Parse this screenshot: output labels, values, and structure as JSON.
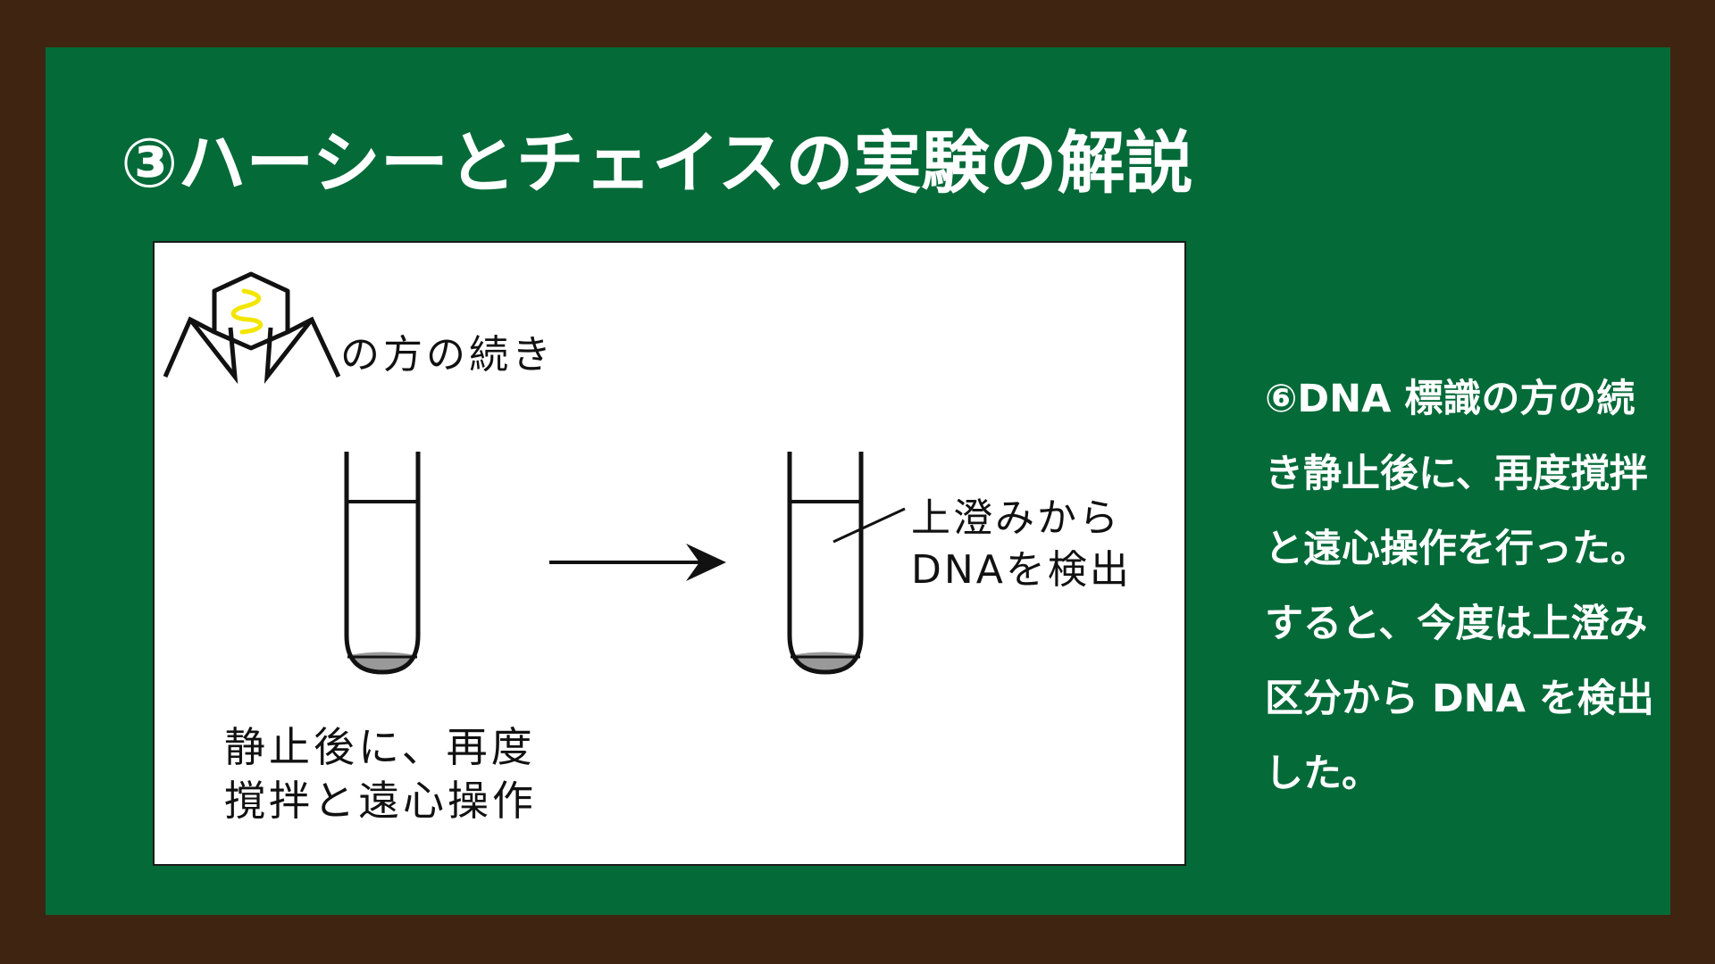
{
  "title": "③ハーシーとチェイスの実験の解説",
  "diagram": {
    "phage_label": "の方の続き",
    "result_label_lines": [
      "上澄みから",
      "DNAを検出"
    ],
    "step_label_lines": [
      "静止後に、再度",
      "撹拌と遠心操作"
    ]
  },
  "explanation_lines": [
    "⑥DNA 標識の方の続",
    "き静止後に、再度撹拌",
    "と遠心操作を行った。",
    "すると、今度は上澄み",
    "区分から DNA を検出",
    "した。"
  ],
  "colors": {
    "board": "#036a38",
    "frame": "#3f2411",
    "dna_highlight": "#f2e600",
    "pellet": "#999999"
  },
  "icons": [
    "bacteriophage-icon",
    "test-tube-icon",
    "right-arrow-icon"
  ]
}
